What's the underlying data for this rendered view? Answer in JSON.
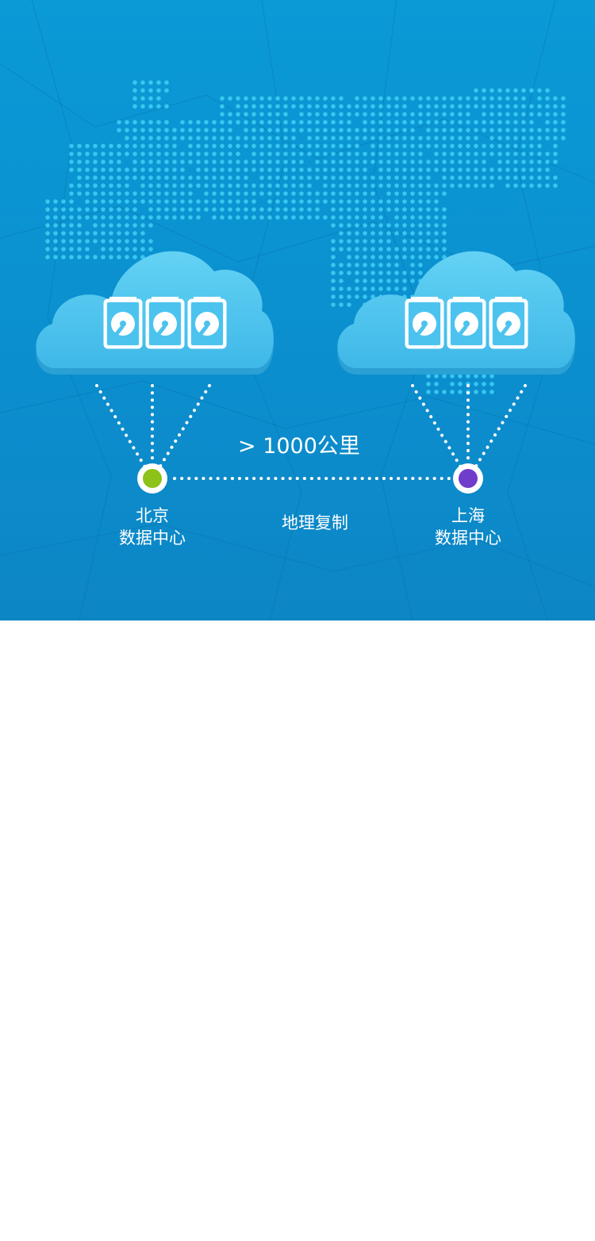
{
  "diagram": {
    "beijing": {
      "city": "北京",
      "subtitle": "数据中心",
      "dot_color": "#8cc21a"
    },
    "shanghai": {
      "city": "上海",
      "subtitle": "数据中心",
      "dot_color": "#6f3dc9"
    },
    "distance_label": "> 1000公里",
    "replication_label": "地理复制"
  },
  "colors": {
    "background": "#0b8fcf",
    "map_dots": "#3fd0f5",
    "cloud": "#53c9f0",
    "disk_icon": "#ffffff"
  }
}
